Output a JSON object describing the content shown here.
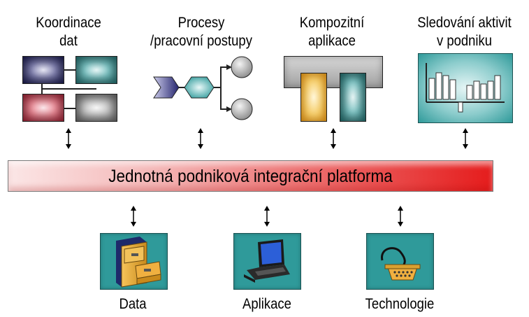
{
  "top_columns": [
    {
      "label": "Koordinace\ndat"
    },
    {
      "label": "Procesy\n/pracovní postupy"
    },
    {
      "label": "Kompozitní\naplikace"
    },
    {
      "label": "Sledování aktivit\nv podniku"
    }
  ],
  "platform": {
    "label": "Jednotná podniková integrační platforma"
  },
  "bottom_items": [
    {
      "label": "Data"
    },
    {
      "label": "Aplikace"
    },
    {
      "label": "Technologie"
    }
  ],
  "colors": {
    "teal": "#2f9a9a",
    "navy": "#25256e",
    "red": "#e51c1c",
    "gray": "#a9a9a9",
    "orange": "#f0b040"
  }
}
